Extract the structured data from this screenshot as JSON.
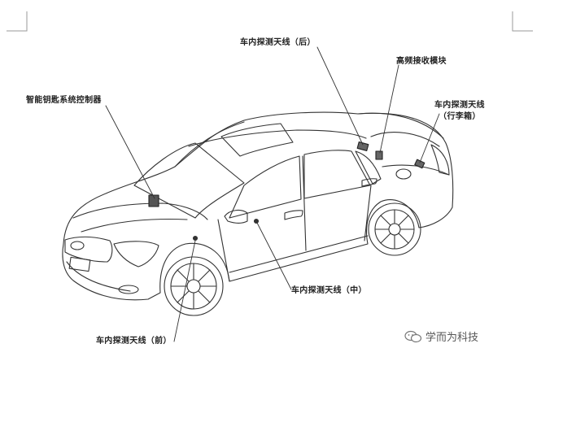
{
  "labels": {
    "controller": "智能钥匙系统控制器",
    "antenna_rear": "车内探测天线（后）",
    "hf_module": "高频接收模块",
    "antenna_trunk_line1": "车内探测天线",
    "antenna_trunk_line2": "（行李箱）",
    "antenna_middle": "车内探测天线（中）",
    "antenna_front": "车内探测天线（前）"
  },
  "watermark": {
    "text": "学而为科技",
    "icon": "wechat-icon"
  },
  "colors": {
    "line": "#333333",
    "text": "#222222"
  }
}
